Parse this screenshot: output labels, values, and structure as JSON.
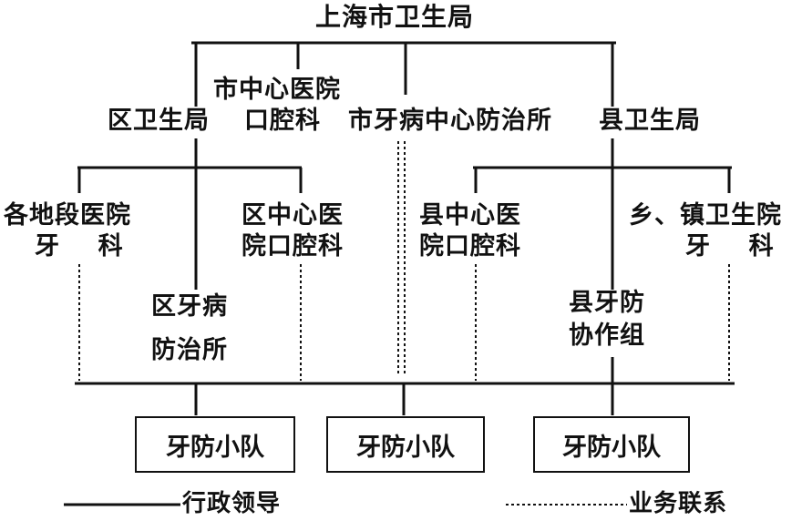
{
  "title": "上海市卫生局",
  "level1": {
    "district_bureau": "区卫生局",
    "city_hospital_line1": "市中心医院",
    "city_hospital_line2": "口腔科",
    "city_center": "市牙病中心防治所",
    "county_bureau": "县卫生局"
  },
  "level2": {
    "local_hospital_line1": "各地段医院",
    "local_hospital_line2": "牙    科",
    "district_hospital_line1": "区中心医",
    "district_hospital_line2": "院口腔科",
    "county_hospital_line1": "县中心医",
    "county_hospital_line2": "院口腔科",
    "township_line1": "乡、镇卫生院",
    "township_line2": "牙    科"
  },
  "level3": {
    "district_clinic_line1": "区牙病",
    "district_clinic_line2": "防治所",
    "county_group_line1": "县牙防",
    "county_group_line2": "协作组"
  },
  "teams": [
    "牙防小队",
    "牙防小队",
    "牙防小队"
  ],
  "legend": {
    "solid": "行政领导",
    "dotted": "业务联系"
  }
}
